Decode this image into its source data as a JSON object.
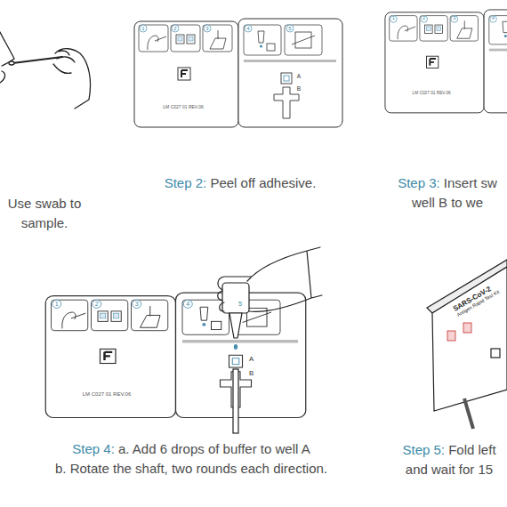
{
  "diagram": {
    "nodes": [
      {
        "text": [
          "1",
          "2",
          "3",
          "4",
          "5",
          "LM C027 01 REV.06",
          "A",
          "B"
        ]
      },
      {
        "text": [
          "1",
          "2",
          "3",
          "4",
          "LM C027 01 REV.06"
        ]
      },
      {
        "text": [
          "1",
          "2",
          "3",
          "4",
          "5",
          "LM C027 01 REV.06",
          "A",
          "B"
        ]
      },
      {
        "text": [
          "SARS-CoV-2",
          "Antigen Rapid Test Kit"
        ]
      }
    ],
    "labels": [
      "Use swab to sample.",
      "Step 2:",
      "Peel off adhesive.",
      "Step 3:",
      "Insert sw well B to we",
      "Step 4:",
      "a. Add 6 drops of buffer to well A",
      "b. Rotate the shaft, two rounds each direction.",
      "Step 5:",
      "Fold left and wait for 15"
    ]
  }
}
